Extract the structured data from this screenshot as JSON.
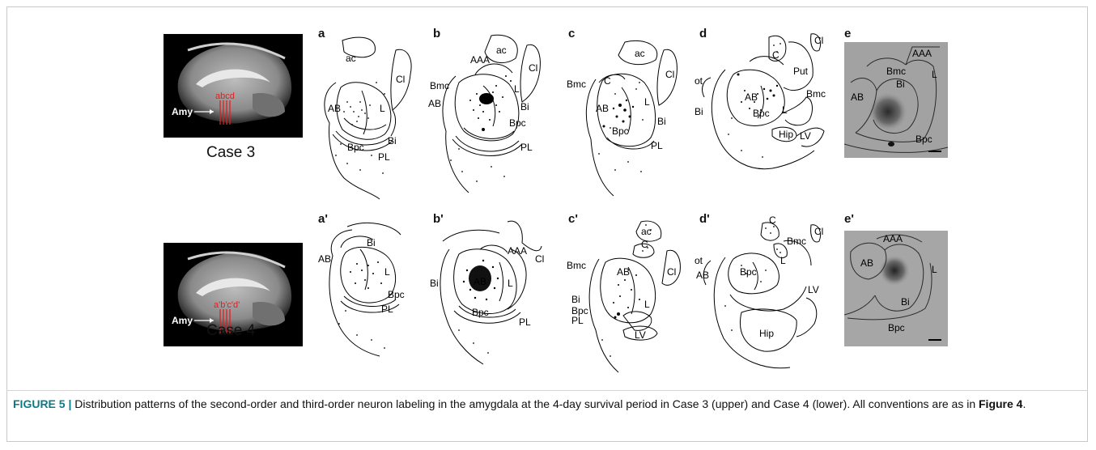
{
  "mri": {
    "amy_label": "Amy",
    "case3": {
      "letters": "abcd",
      "label": "Case 3"
    },
    "case4": {
      "letters": "a'b'c'd'",
      "label": "Case 4"
    }
  },
  "panels": {
    "a": "a",
    "b": "b",
    "c": "c",
    "d": "d",
    "e": "e",
    "a2": "a'",
    "b2": "b'",
    "c2": "c'",
    "d2": "d'",
    "e2": "e'"
  },
  "regions": {
    "ac": "ac",
    "cl": "Cl",
    "ab": "AB",
    "l": "L",
    "bi": "Bi",
    "bpc": "Bpc",
    "pl": "PL",
    "aaa": "AAA",
    "bmc": "Bmc",
    "c": "C",
    "put": "Put",
    "ot": "ot",
    "hip": "Hip",
    "lv": "LV"
  },
  "caption": {
    "label": "FIGURE 5 |",
    "text": " Distribution patterns of the second-order and third-order neuron labeling in the amygdala at the 4-day survival period in Case 3 (upper) and Case 4 (lower). All conventions are as in ",
    "ref": "Figure 4",
    "end": "."
  },
  "colors": {
    "accent": "#0d7b86",
    "slice_lines": "#e02020",
    "mri_bg": "#000000"
  }
}
